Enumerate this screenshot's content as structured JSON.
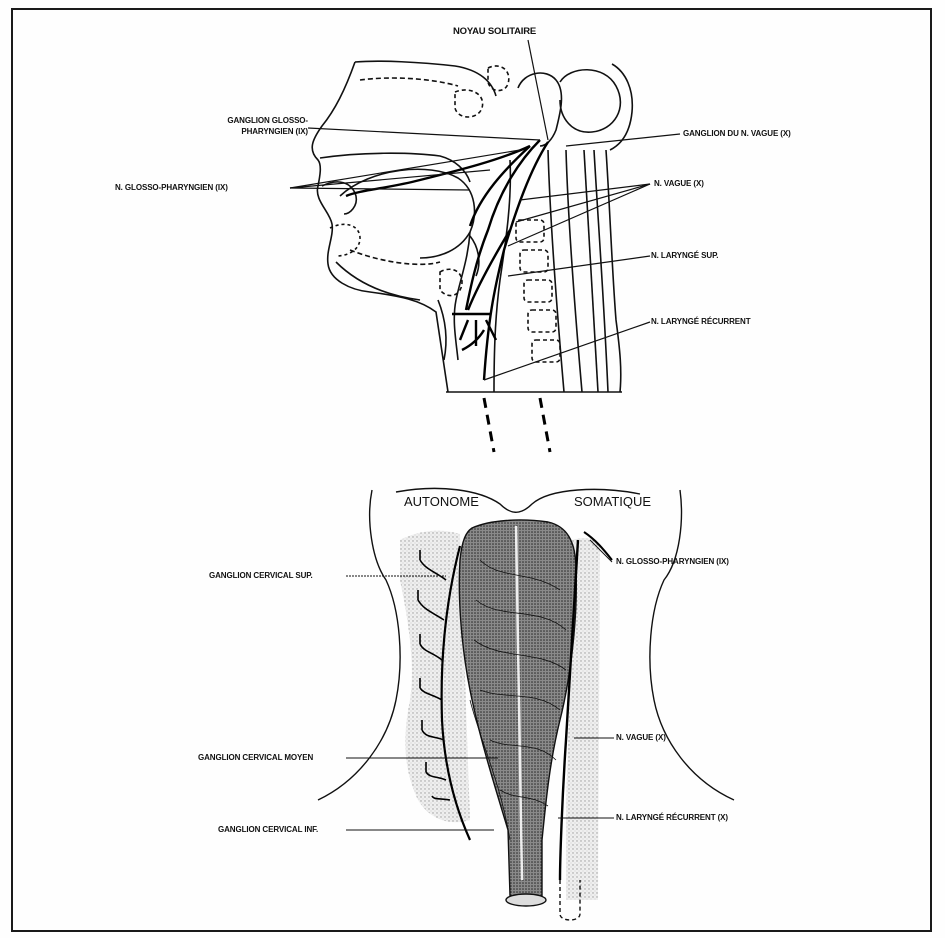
{
  "upper_figure": {
    "labels": {
      "noyau_solitaire": "NOYAU SOLITAIRE",
      "ganglion_glosso_line1": "GANGLION GLOSSO-",
      "ganglion_glosso_line2": "PHARYNGIEN (IX)",
      "ganglion_vague": "GANGLION DU N. VAGUE (X)",
      "n_glosso": "N. GLOSSO-PHARYNGIEN (IX)",
      "n_vague": "N. VAGUE (X)",
      "n_larynge_sup": "N. LARYNGÉ SUP.",
      "n_larynge_recurrent": "N. LARYNGÉ RÉCURRENT"
    }
  },
  "lower_figure": {
    "regions": {
      "autonome": "AUTONOME",
      "somatique": "SOMATIQUE"
    },
    "labels": {
      "ganglion_cervical_sup": "GANGLION CERVICAL SUP.",
      "ganglion_cervical_moyen": "GANGLION CERVICAL MOYEN",
      "ganglion_cervical_inf": "GANGLION CERVICAL INF.",
      "n_glosso": "N. GLOSSO-PHARYNGIEN (IX)",
      "n_vague": "N. VAGUE (X)",
      "n_larynge_recurrent": "N. LARYNGÉ RÉCURRENT (X)"
    }
  },
  "colors": {
    "ink": "#111111",
    "stipple": "#d9d9d9",
    "dark_stipple": "#5a5a5a"
  }
}
